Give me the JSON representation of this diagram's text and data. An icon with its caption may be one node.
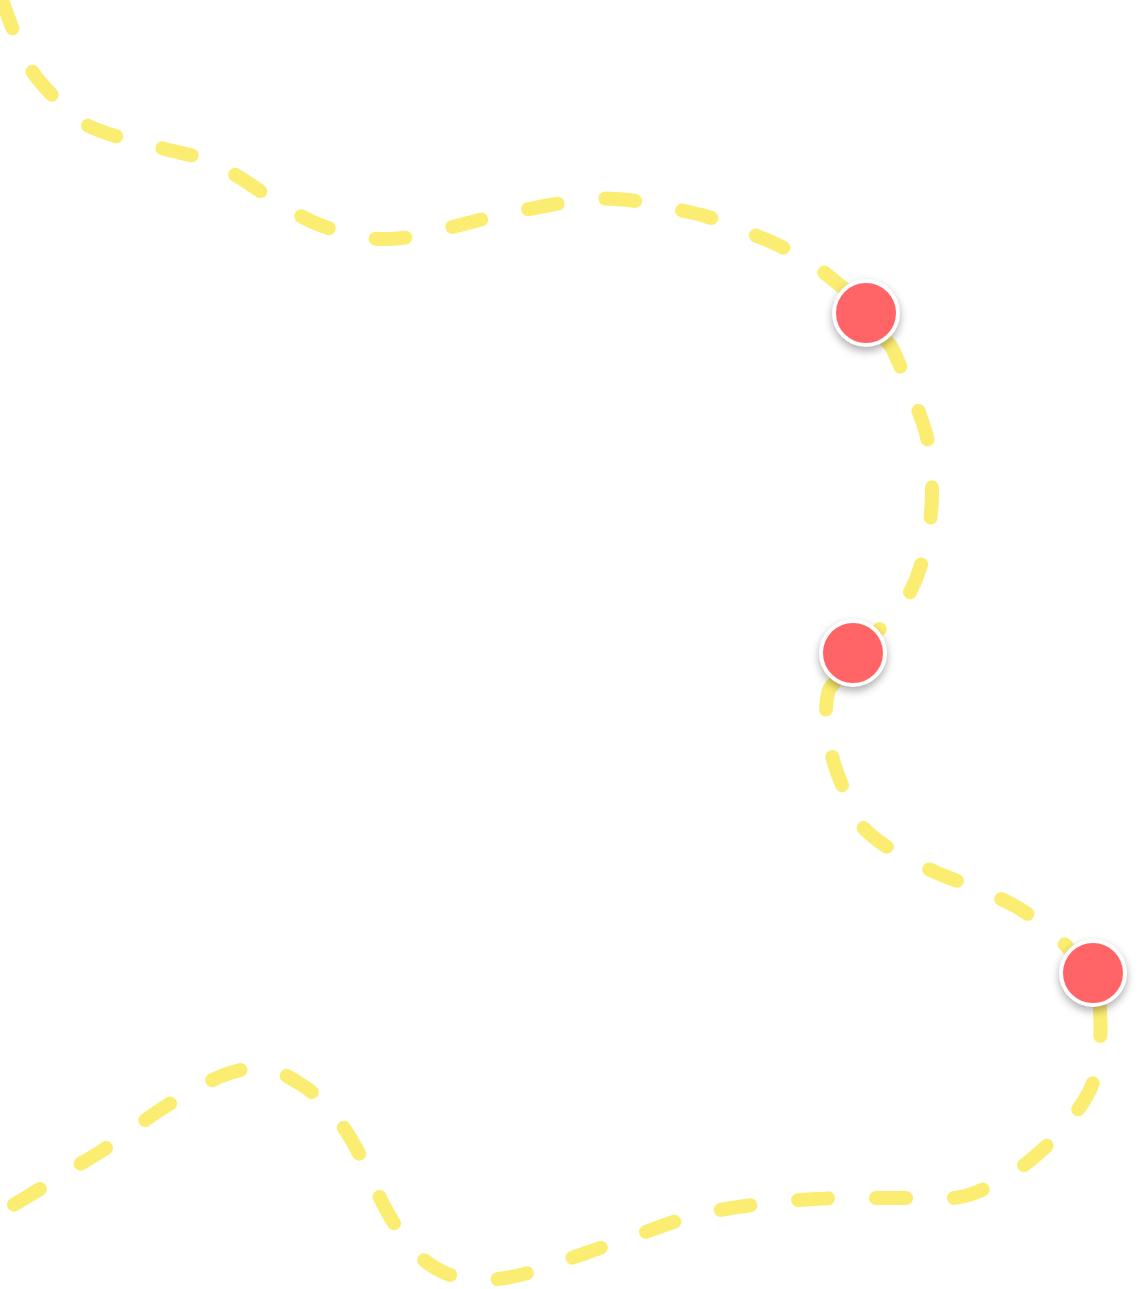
{
  "diagram": {
    "nodes": [
      {
        "text": [],
        "shape": "circle"
      },
      {
        "text": [],
        "shape": "circle"
      },
      {
        "text": [],
        "shape": "circle"
      }
    ],
    "edges": [
      {
        "from": null,
        "to": 0,
        "arrow": "none",
        "style": "dashed"
      },
      {
        "from": 0,
        "to": 1,
        "arrow": "none",
        "style": "dashed"
      },
      {
        "from": 1,
        "to": 2,
        "arrow": "none",
        "style": "dashed"
      },
      {
        "from": 2,
        "to": null,
        "arrow": "none",
        "style": "dashed"
      }
    ]
  }
}
